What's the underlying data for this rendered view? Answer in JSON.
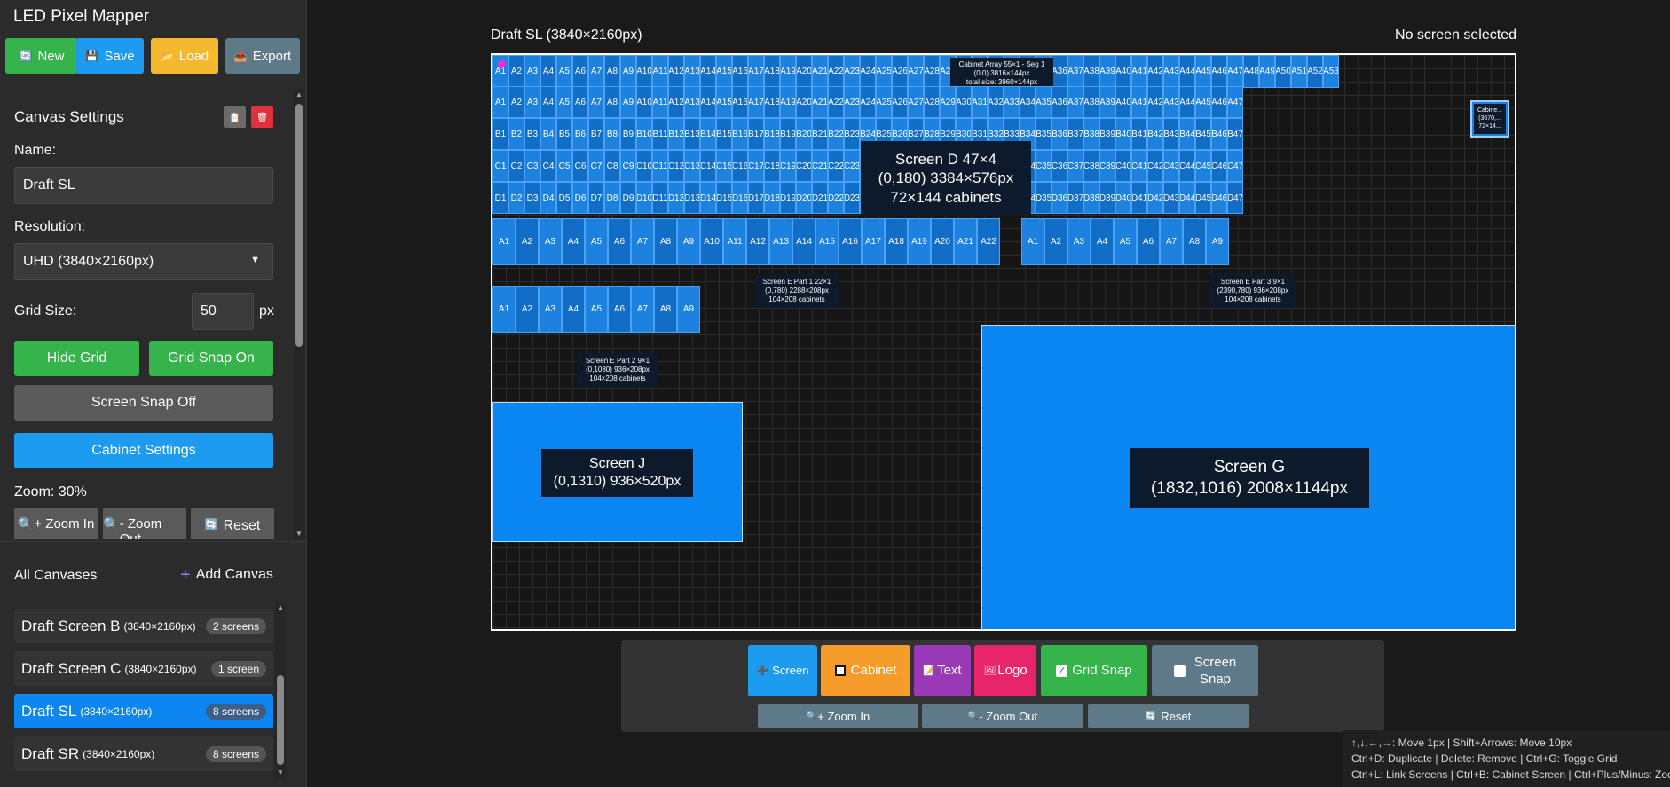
{
  "app": {
    "title": "LED Pixel Mapper"
  },
  "toolbar": {
    "new": "New",
    "save": "Save",
    "load": "Load",
    "export": "Export"
  },
  "settings": {
    "title": "Canvas Settings",
    "name_label": "Name:",
    "name_value": "Draft SL",
    "resolution_label": "Resolution:",
    "resolution_value": "UHD (3840×2160px)",
    "grid_label": "Grid Size:",
    "grid_value": "50",
    "grid_unit": "px",
    "hide_grid": "Hide Grid",
    "grid_snap": "Grid Snap On",
    "screen_snap": "Screen Snap Off",
    "cabinet_settings": "Cabinet Settings",
    "zoom_label": "Zoom: 30%",
    "zoom_in": "+ Zoom In",
    "zoom_out": "- Zoom Out",
    "reset": "Reset"
  },
  "canvases": {
    "heading": "All Canvases",
    "add": "Add Canvas",
    "items": [
      {
        "name": "Draft Screen B",
        "res": "(3840×2160px)",
        "badge": "2 screens",
        "active": false
      },
      {
        "name": "Draft Screen C",
        "res": "(3840×2160px)",
        "badge": "1 screen",
        "active": false
      },
      {
        "name": "Draft SL",
        "res": "(3840×2160px)",
        "badge": "8 screens",
        "active": true
      },
      {
        "name": "Draft SR",
        "res": "(3840×2160px)",
        "badge": "8 screens",
        "active": false
      }
    ]
  },
  "canvas": {
    "title": "Draft SL (3840×2160px)",
    "status": "No screen selected"
  },
  "screens": {
    "array": {
      "l1": "Cabinet Array 55×1 - Seg 1",
      "l2": "(0,0) 3816×144px",
      "l3": "total size: 3960×144px"
    },
    "d": {
      "l1": "Screen D 47×4",
      "l2": "(0,180) 3384×576px",
      "l3": "72×144 cabinets"
    },
    "e1": {
      "l1": "Screen E Part 1 22×1",
      "l2": "(0,780) 2288×208px",
      "l3": "104×208 cabinets"
    },
    "e3": {
      "l1": "Screen E Part 3 9×1",
      "l2": "(2390,780) 936×208px",
      "l3": "104×208 cabinets"
    },
    "e2": {
      "l1": "Screen E Part 2 9×1",
      "l2": "(0,1080) 936×208px",
      "l3": "104×208 cabinets"
    },
    "j": {
      "l1": "Screen J",
      "l2": "(0,1310) 936×520px"
    },
    "g": {
      "l1": "Screen G",
      "l2": "(1832,1016) 2008×1144px"
    },
    "small": {
      "l1": "Cabine...",
      "l2": "(3670,...",
      "l3": "72×14..."
    }
  },
  "bottombar": {
    "screen": "Screen",
    "cabinet": "Cabinet",
    "text": "Text",
    "logo": "Logo",
    "grid_snap": "Grid Snap",
    "screen_snap_1": "Screen",
    "screen_snap_2": "Snap",
    "zoom_in": "+ Zoom In",
    "zoom_out": "- Zoom Out",
    "reset": "Reset"
  },
  "help": {
    "l1": "↑,↓,←,→: Move 1px | Shift+Arrows: Move 10px",
    "l2": "Ctrl+D: Duplicate | Delete: Remove | Ctrl+G: Toggle Grid",
    "l3": "Ctrl+L: Link Screens | Ctrl+B: Cabinet Screen | Ctrl+Plus/Minus: Zoom"
  },
  "colors": {
    "green": "#34b44a",
    "blue": "#1d9bf0",
    "yellow": "#f5b82e",
    "slate": "#5e7a89",
    "orange": "#f59c2a",
    "purple": "#9a39b5",
    "pink": "#e8246a",
    "active": "#0d86f2"
  }
}
